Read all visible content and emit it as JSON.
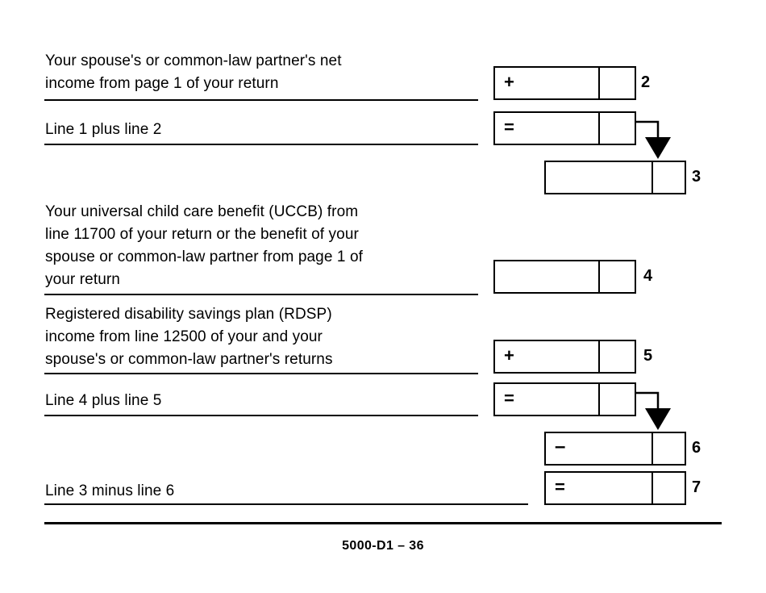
{
  "document": {
    "form_code": "5000-D1",
    "footer": "5000-D1 – 36"
  },
  "rows": [
    {
      "id": "row-line-2",
      "label": "Your spouse's or common-law partner's net\nincome from page 1 of your return",
      "operator": "+",
      "line_number": "2",
      "value": "",
      "cents": ""
    },
    {
      "id": "row-line-1-plus-2",
      "label": "Line 1 plus line 2",
      "operator": "=",
      "line_number": "",
      "value": "",
      "cents": ""
    },
    {
      "id": "row-line-3",
      "label": "",
      "operator": "",
      "line_number": "3",
      "value": "",
      "cents": ""
    },
    {
      "id": "row-line-4",
      "label": "Your universal child care benefit (UCCB) from\nline 11700 of your return or the benefit of your\nspouse or common-law partner from page 1 of\nyour return",
      "operator": "",
      "line_number": "4",
      "value": "",
      "cents": ""
    },
    {
      "id": "row-line-5",
      "label": "Registered disability savings plan (RDSP)\nincome from line 12500 of your and your\nspouse's or common-law partner's returns",
      "operator": "+",
      "line_number": "5",
      "value": "",
      "cents": ""
    },
    {
      "id": "row-line-4-plus-5",
      "label": "Line 4 plus line 5",
      "operator": "=",
      "line_number": "",
      "value": "",
      "cents": ""
    },
    {
      "id": "row-line-6",
      "label": "",
      "operator": "–",
      "line_number": "6",
      "value": "",
      "cents": ""
    },
    {
      "id": "row-line-7",
      "label": "Line 3 minus line 6",
      "operator": "=",
      "line_number": "7",
      "value": "",
      "cents": ""
    }
  ],
  "connectors": [
    {
      "id": "carry-down-to-line-3",
      "from": "row-line-1-plus-2",
      "to": "row-line-3"
    },
    {
      "id": "carry-down-to-line-6",
      "from": "row-line-4-plus-5",
      "to": "row-line-6"
    }
  ],
  "colors": {
    "ink": "#000000",
    "paper": "#ffffff"
  }
}
